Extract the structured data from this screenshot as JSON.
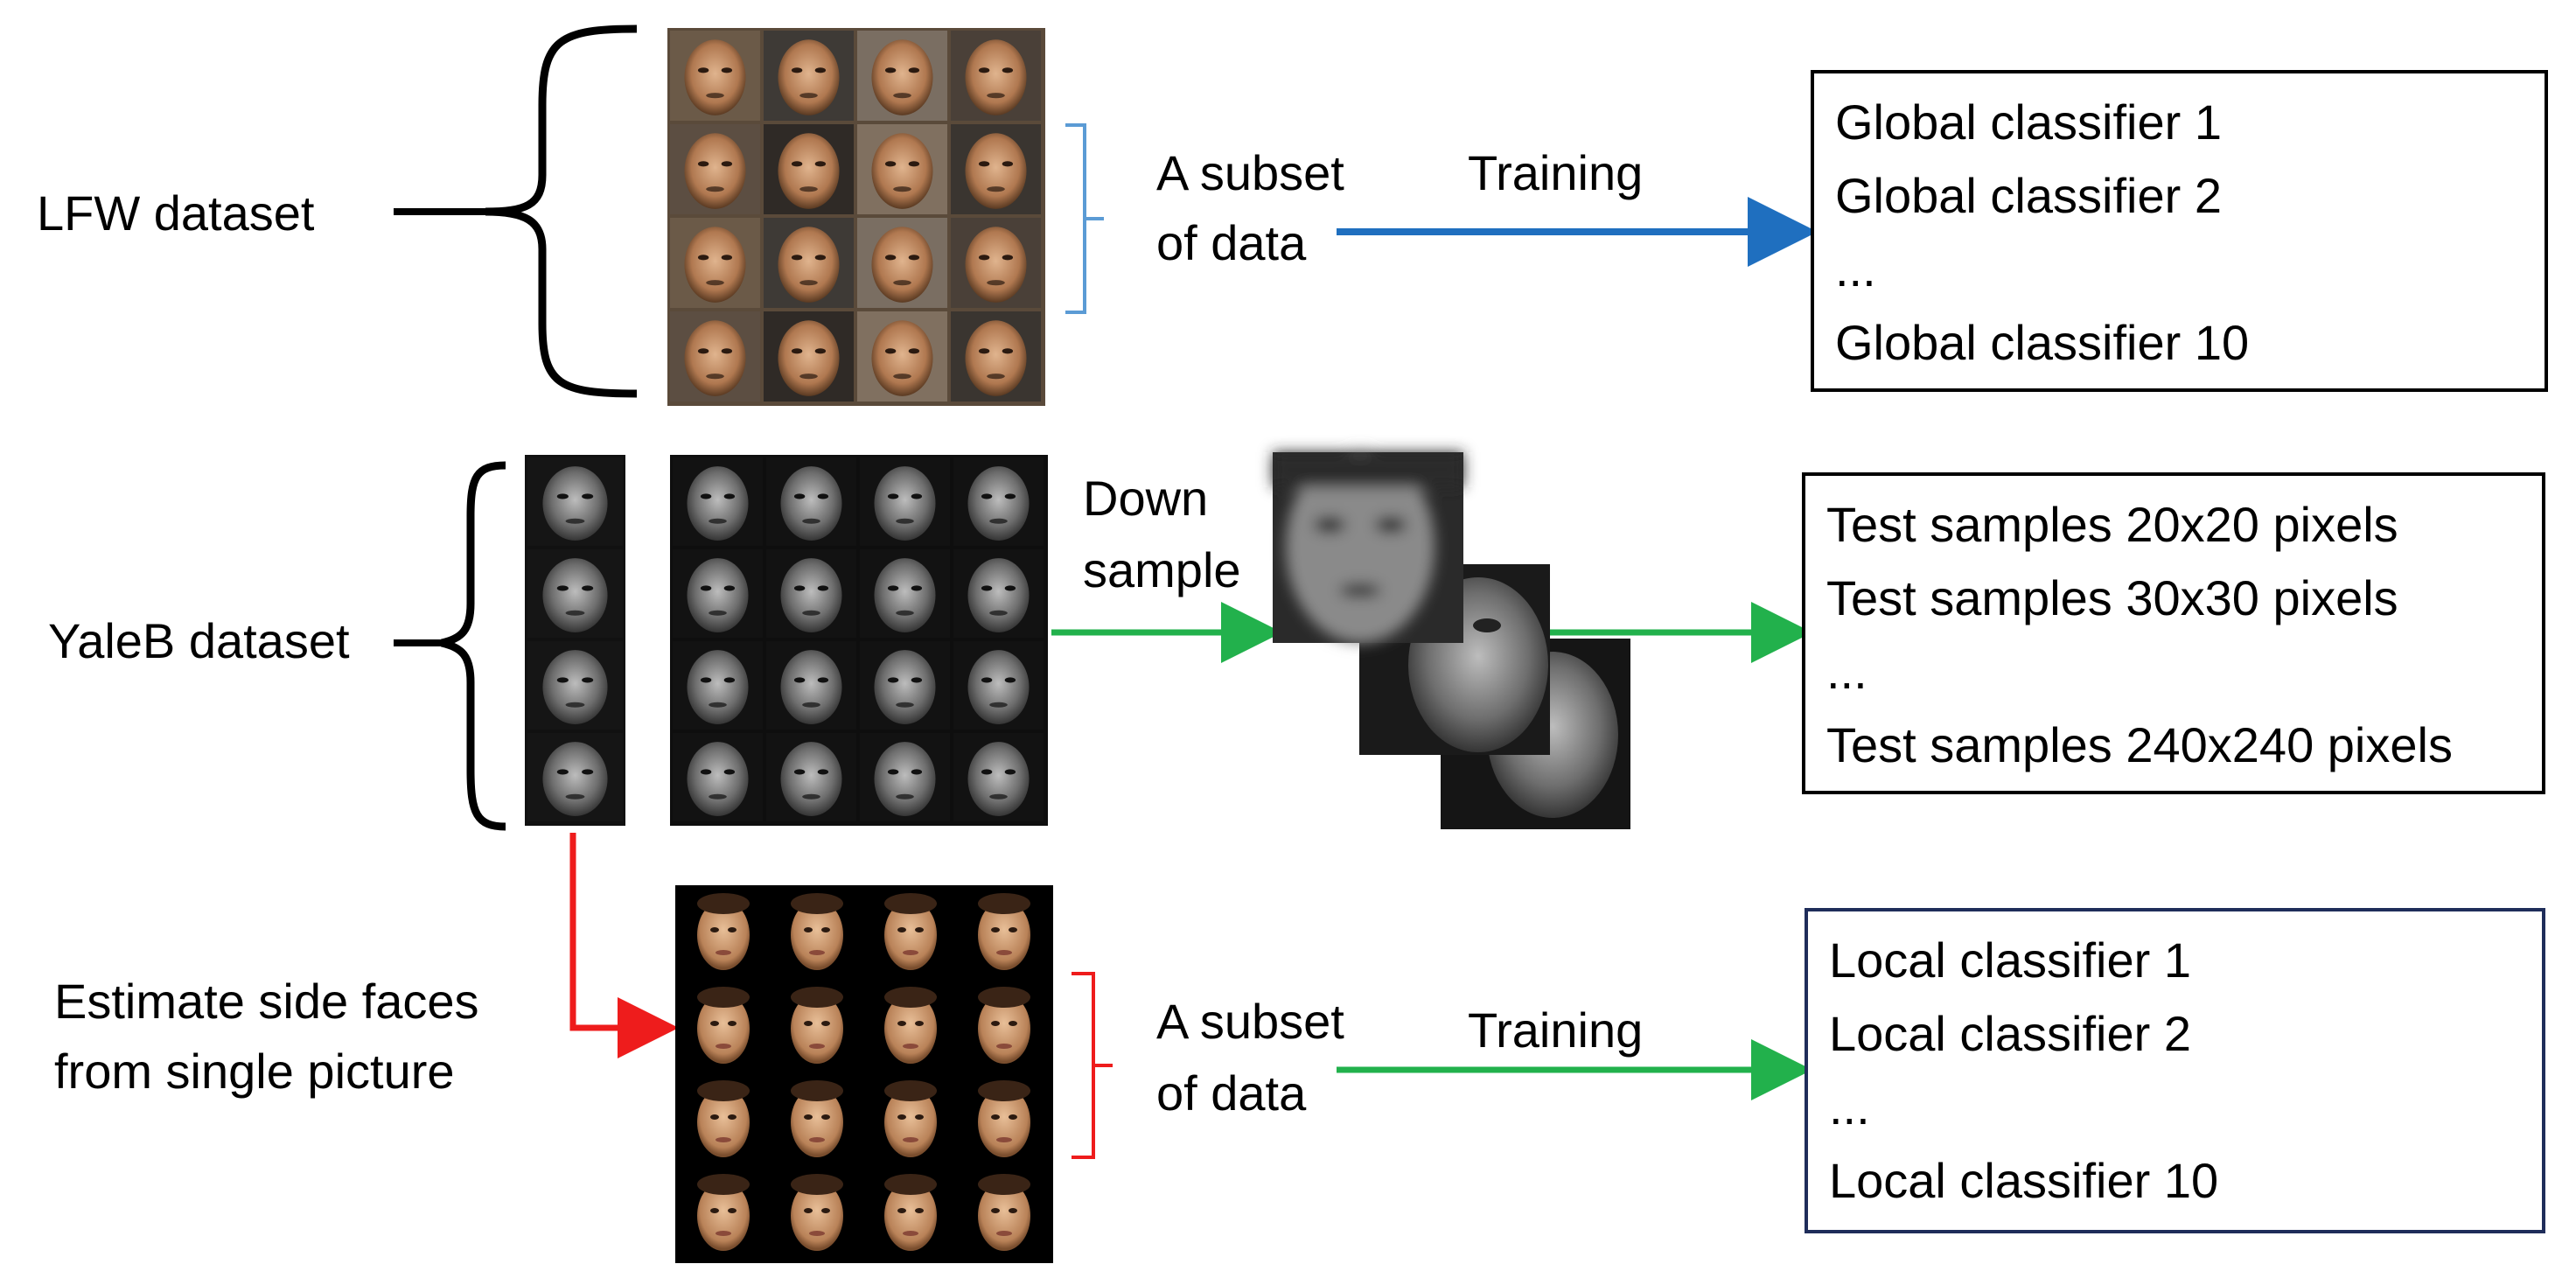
{
  "lfw": {
    "label": "LFW dataset",
    "subset_label": [
      "A subset",
      "of data"
    ],
    "training_label": "Training",
    "classifiers": [
      "Global classifier 1",
      "Global classifier 2",
      "...",
      "Global classifier 10"
    ]
  },
  "yaleb": {
    "label": "YaleB dataset",
    "downsample_label": [
      "Down",
      "sample"
    ],
    "tests": [
      "Test samples 20x20 pixels",
      "Test samples 30x30 pixels",
      "...",
      "Test samples 240x240 pixels"
    ]
  },
  "side": {
    "label": [
      "Estimate side faces",
      "from single picture"
    ],
    "subset_label": [
      "A subset",
      "of data"
    ],
    "training_label": "Training",
    "classifiers": [
      "Local classifier 1",
      "Local classifier 2",
      "...",
      "Local classifier 10"
    ]
  },
  "colors": {
    "blue_arrow": "#1f6fbf",
    "green_arrow": "#22b14c",
    "red_arrow": "#ee1c1c",
    "blue_bracket": "#5b9bd5",
    "red_bracket": "#ee1c1c",
    "navy_border": "#1f2d5a"
  }
}
